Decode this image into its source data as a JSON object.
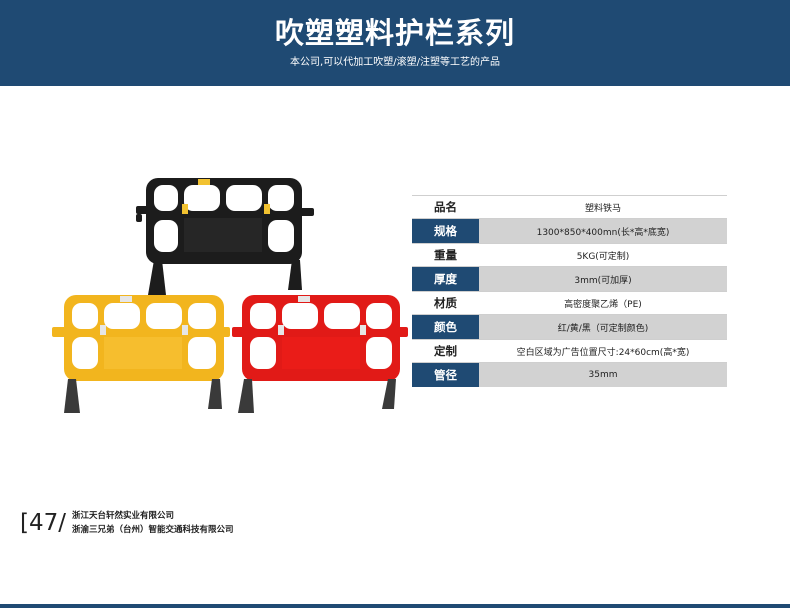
{
  "header": {
    "title": "吹塑塑料护栏系列",
    "subtitle": "本公司,可以代加工吹塑/滚塑/注塑等工艺的产品"
  },
  "specs": [
    {
      "key": "品名",
      "value": "塑料铁马"
    },
    {
      "key": "规格",
      "value": "1300*850*400mn(长*高*底宽)"
    },
    {
      "key": "重量",
      "value": "5KG(可定制)"
    },
    {
      "key": "厚度",
      "value": "3mm(可加厚)"
    },
    {
      "key": "材质",
      "value": "高密度聚乙烯（PE)"
    },
    {
      "key": "颜色",
      "value": "红/黄/黑（可定制颜色)"
    },
    {
      "key": "定制",
      "value": "空白区域为广告位置尺寸:24*60cm(高*宽)"
    },
    {
      "key": "管径",
      "value": "35mm"
    }
  ],
  "footer": {
    "page_number": "[47/",
    "company_1": "浙江天台轩然实业有限公司",
    "company_2": "浙渝三兄弟（台州）智能交通科技有限公司"
  },
  "colors": {
    "header_bg": "#1f4a73",
    "barrier_black": "#1c1c1c",
    "barrier_yellow": "#f2b51e",
    "barrier_red": "#e11a17"
  }
}
